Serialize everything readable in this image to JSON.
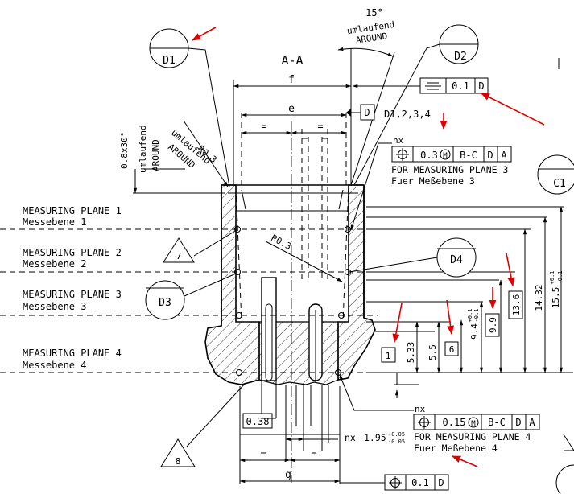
{
  "section_title": "A-A",
  "angle": {
    "value": "15°",
    "de": "umlaufend",
    "en": "AROUND"
  },
  "chamfer": {
    "value": "0.8x30°",
    "de": "umlaufend",
    "en": "AROUND"
  },
  "radius_note": {
    "value": "R0.3",
    "de": "umlaufend",
    "en": "AROUND"
  },
  "radius_inner": "R0.3",
  "balloons": {
    "d1": "D1",
    "d2": "D2",
    "d3": "D3",
    "d4": "D4",
    "c1": "C1"
  },
  "triangles": {
    "t7": "7",
    "t8": "8"
  },
  "dims_top": {
    "f": "f",
    "e": "e",
    "eq1": "=",
    "eq2": "="
  },
  "dims_bottom": {
    "g": "g",
    "eq1": "=",
    "eq2": "="
  },
  "datum_d": {
    "letter": "D",
    "label": "D1,2,3,4"
  },
  "fcf_flatness": {
    "value": "0.1",
    "datum": "D"
  },
  "fcf_plane3": {
    "nx": "nx",
    "value": "0.3",
    "mod": "M",
    "d1": "B-C",
    "d2": "D",
    "d3": "A",
    "en": "FOR MEASURING PLANE 3",
    "de": "Fuer Meßebene 3"
  },
  "fcf_plane4": {
    "nx": "nx",
    "value": "0.15",
    "mod": "M",
    "d1": "B-C",
    "d2": "D",
    "d3": "A",
    "en": "FOR MEASURING PLANE 4",
    "de": "Fuer Meßebene 4"
  },
  "fcf_bottom": {
    "value": "0.1",
    "datum": "D"
  },
  "planes": [
    {
      "en": "MEASURING PLANE 1",
      "de": "Messebene 1"
    },
    {
      "en": "MEASURING PLANE 2",
      "de": "Messebene 2"
    },
    {
      "en": "MEASURING PLANE 3",
      "de": "Messebene 3"
    },
    {
      "en": "MEASURING PLANE 4",
      "de": "Messebene 4"
    }
  ],
  "vertical_dims": {
    "d1": "1",
    "d533": "5.33",
    "d55": "5.5",
    "d6": "6",
    "d94": "9.4",
    "d94_tol_up": "+0.1",
    "d94_tol_dn": "-0.1",
    "d99": "9.9",
    "d136": "13.6",
    "d1432": "14.32",
    "d155": "15.5",
    "d155_tol_up": "+0.1",
    "d155_tol_dn": "-0.1"
  },
  "horizontal_dims": {
    "d038": "0.38",
    "pitch": {
      "prefix": "nx",
      "value": "1.95",
      "tol_up": "+0.05",
      "tol_dn": "-0.05"
    }
  },
  "colors": {
    "annotation_arrow": "#e00000",
    "line": "#000000"
  }
}
